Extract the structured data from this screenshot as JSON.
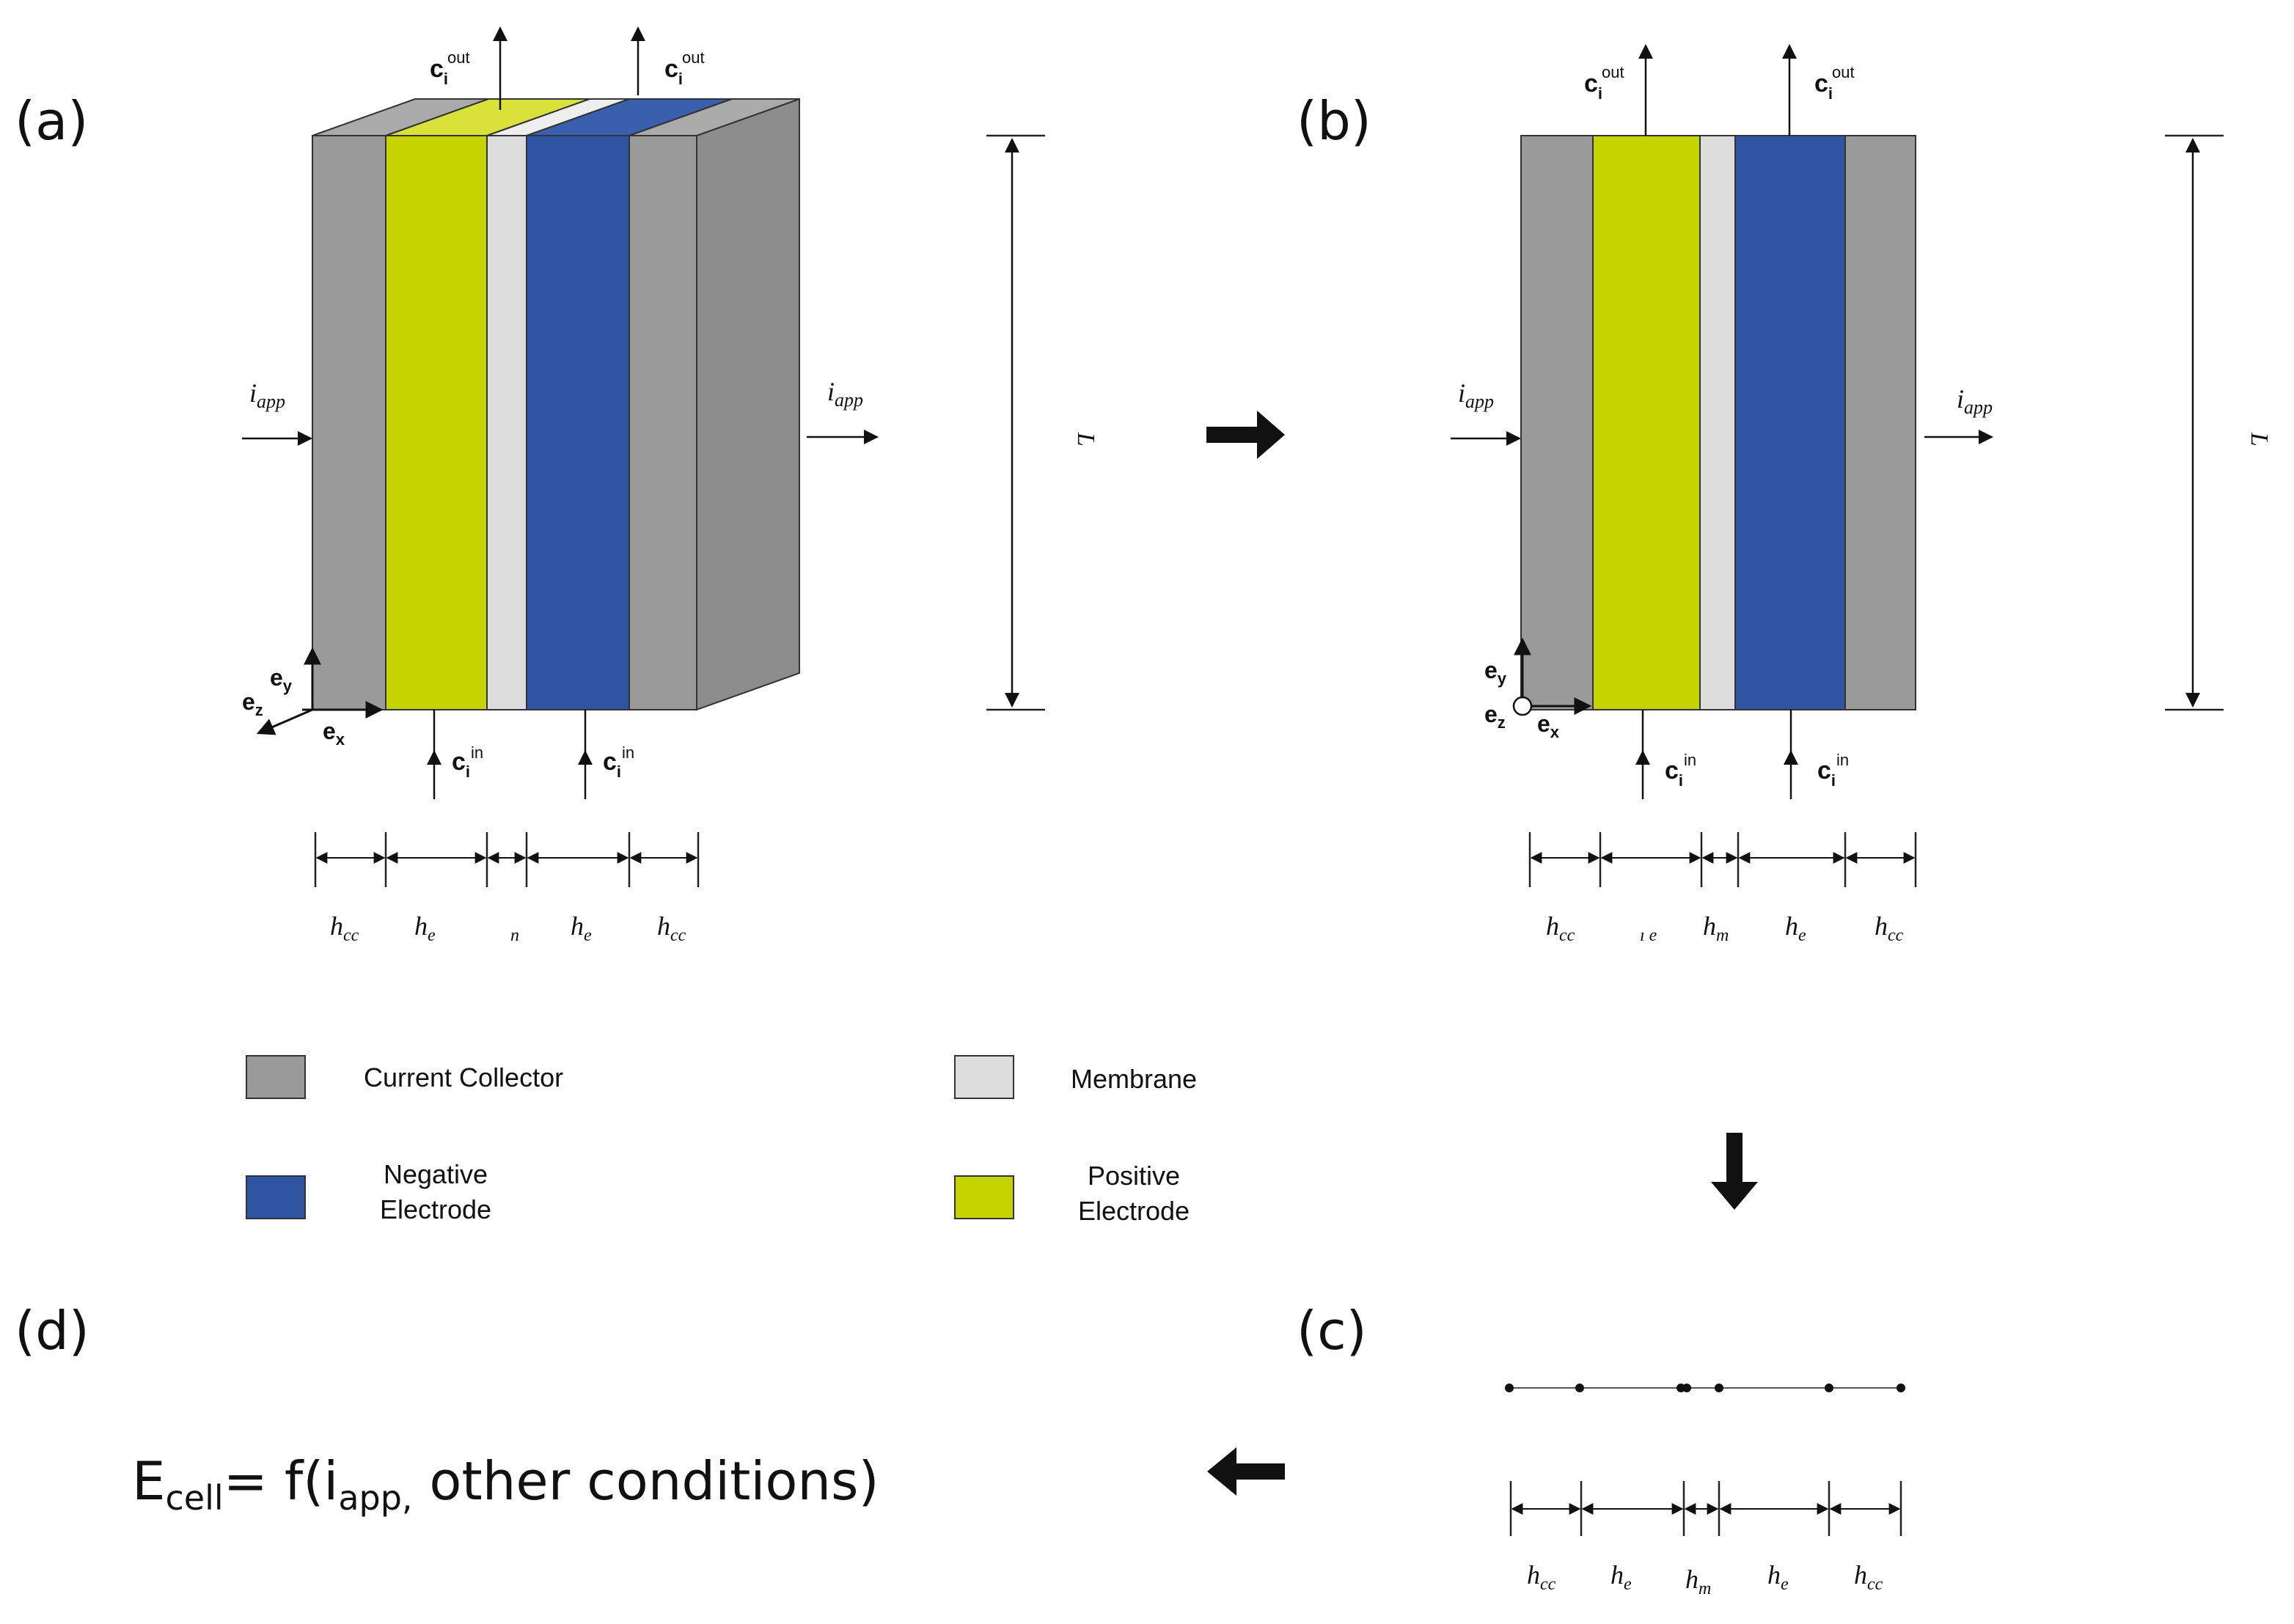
{
  "panels": {
    "a": "(a)",
    "b": "(b)",
    "c": "(c)",
    "d": "(d)"
  },
  "flow_labels": {
    "c_base": "c",
    "c_sub": "i",
    "out_sup": "out",
    "in_sup": "in",
    "i_base": "i",
    "i_sub": "app",
    "length": "L"
  },
  "axes": {
    "ex": "e",
    "ex_sub": "x",
    "ey": "e",
    "ey_sub": "y",
    "ez": "e",
    "ez_sub": "z"
  },
  "dimensions": {
    "panel_a": [
      {
        "base": "h",
        "sub": "cc"
      },
      {
        "base": "h",
        "sub": "e"
      },
      {
        "base": "",
        "sub": "n"
      },
      {
        "base": "h",
        "sub": "e"
      },
      {
        "base": "h",
        "sub": "cc"
      }
    ],
    "panel_b": [
      {
        "base": "h",
        "sub": "cc"
      },
      {
        "base": "",
        "sub": "ı e"
      },
      {
        "base": "h",
        "sub": "m"
      },
      {
        "base": "h",
        "sub": "e"
      },
      {
        "base": "h",
        "sub": "cc"
      }
    ],
    "panel_c": [
      {
        "base": "h",
        "sub": "cc"
      },
      {
        "base": "h",
        "sub": "e"
      },
      {
        "base": "h",
        "sub": "m"
      },
      {
        "base": "h",
        "sub": "e"
      },
      {
        "base": "h",
        "sub": "cc"
      }
    ]
  },
  "legend": {
    "current_collector": "Current Collector",
    "membrane": "Membrane",
    "negative_line1": "Negative",
    "negative_line2": "Electrode",
    "positive_line1": "Positive",
    "positive_line2": "Electrode"
  },
  "equation": {
    "E": "E",
    "cell": "cell",
    "eq_f": "= f(i",
    "app": "app,",
    "rest": " other conditions)"
  },
  "colors": {
    "current_collector": "#9a9a9a",
    "current_collector_side": "#8c8c8c",
    "current_collector_top": "#aaaaaa",
    "positive_electrode": "#c5d300",
    "positive_electrode_top": "#d8e23a",
    "membrane": "#dcdcdc",
    "negative_electrode": "#2f54a2",
    "negative_electrode_top": "#3a5fae"
  },
  "icons": {
    "right_arrow": "bold-right-arrow-icon",
    "down_arrow": "bold-down-arrow-icon",
    "left_arrow": "bold-left-arrow-icon"
  }
}
